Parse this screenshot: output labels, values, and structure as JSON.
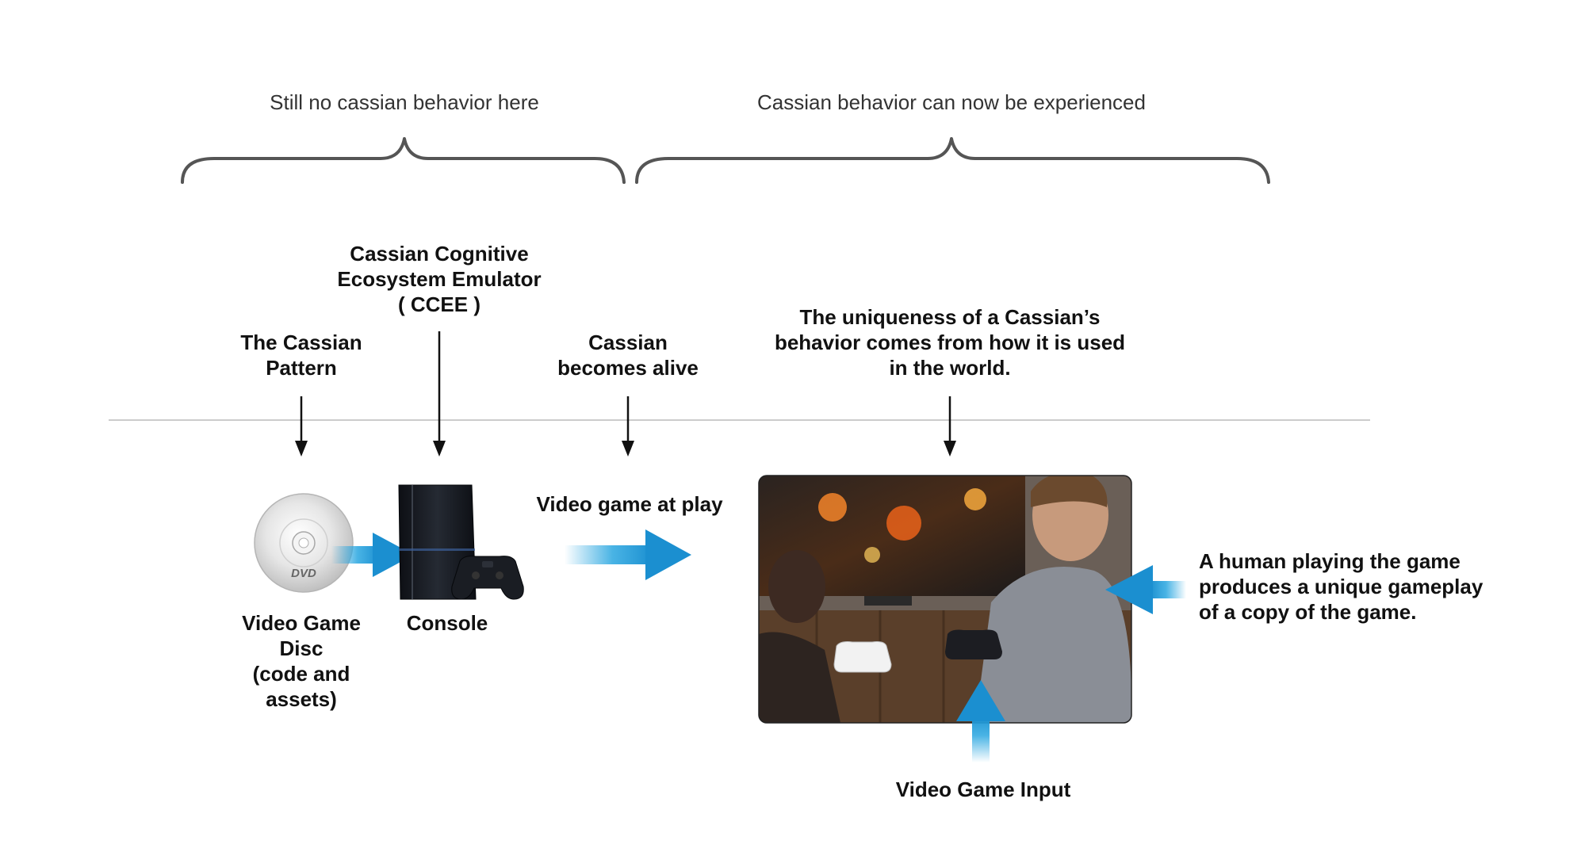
{
  "brackets": {
    "left_caption": "Still no cassian behavior here",
    "right_caption": "Cassian behavior can now be experienced"
  },
  "labels": {
    "ccee": [
      "Cassian Cognitive",
      "Ecosystem Emulator",
      "( CCEE )"
    ],
    "cassian_pattern": [
      "The Cassian",
      "Pattern"
    ],
    "cassian_alive": [
      "Cassian",
      "becomes alive"
    ],
    "uniqueness": [
      "The uniqueness of a Cassian’s",
      "behavior comes from how it is used",
      "in the world."
    ],
    "video_game_at_play": "Video game at play",
    "disc": [
      "Video Game",
      "Disc",
      "(code and",
      "assets)"
    ],
    "console": "Console",
    "human_playing": [
      "A human playing the game",
      "produces a unique gameplay",
      "of a copy of the game."
    ],
    "video_game_input": "Video Game Input"
  },
  "disc_logo": "DVD",
  "icons": {
    "disc": "dvd-disc-icon",
    "console": "game-console-icon",
    "photo": "gameplay-photo"
  },
  "colors": {
    "bracket": "#555555",
    "divider": "#cccccc",
    "arrow": "#111111",
    "flow_arrow": "#29a6e0"
  }
}
